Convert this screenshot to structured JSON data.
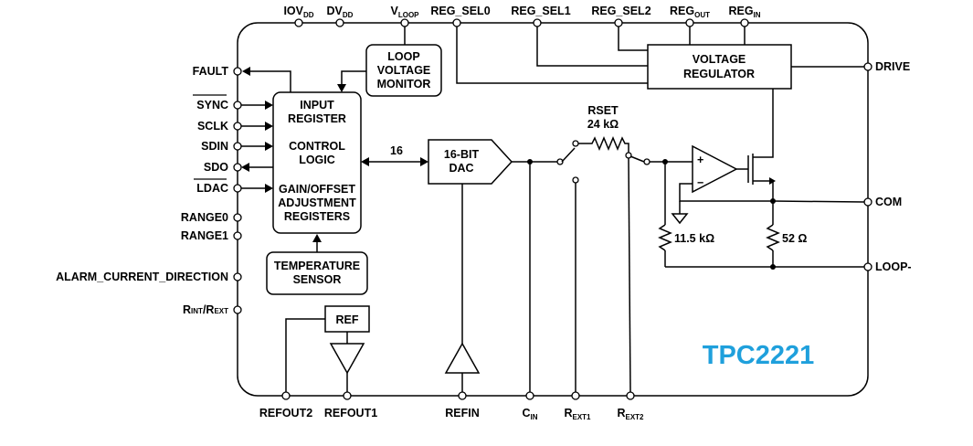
{
  "top_pins": [
    {
      "main": "IOV",
      "sub": "DD"
    },
    {
      "main": "DV",
      "sub": "DD"
    },
    {
      "main": "V",
      "sub": "LOOP"
    },
    {
      "main": "REG_SEL0",
      "sub": ""
    },
    {
      "main": "REG_SEL1",
      "sub": ""
    },
    {
      "main": "REG_SEL2",
      "sub": ""
    },
    {
      "main": "REG",
      "sub": "OUT"
    },
    {
      "main": "REG",
      "sub": "IN"
    }
  ],
  "left_pins": [
    "FAULT",
    "SYNC",
    "SCLK",
    "SDIN",
    "SDO",
    "LDAC",
    "RANGE0",
    "RANGE1",
    "ALARM_CURRENT_DIRECTION"
  ],
  "left_pin_rint": {
    "main1": "R",
    "sub1": "INT",
    "sep": "/R",
    "sub2": "EXT"
  },
  "right_pins": [
    "DRIVE",
    "COM",
    "LOOP-"
  ],
  "bottom_pins": [
    {
      "main": "REFOUT2",
      "sub": ""
    },
    {
      "main": "REFOUT1",
      "sub": ""
    },
    {
      "main": "REFIN",
      "sub": ""
    },
    {
      "main": "C",
      "sub": "IN"
    },
    {
      "main": "R",
      "sub": "EXT1"
    },
    {
      "main": "R",
      "sub": "EXT2"
    }
  ],
  "blocks": {
    "loop_monitor": [
      "LOOP",
      "VOLTAGE",
      "MONITOR"
    ],
    "voltage_regulator": [
      "VOLTAGE",
      "REGULATOR"
    ],
    "input_register": [
      "INPUT",
      "REGISTER"
    ],
    "control_logic": [
      "CONTROL",
      "LOGIC"
    ],
    "gain_offset": [
      "GAIN/OFFSET",
      "ADJUSTMENT",
      "REGISTERS"
    ],
    "temperature_sensor": [
      "TEMPERATURE",
      "SENSOR"
    ],
    "dac": [
      "16-BIT",
      "DAC"
    ],
    "ref": "REF"
  },
  "bus_width": "16",
  "rset": {
    "name": "RSET",
    "value": "24 kΩ"
  },
  "resistor_1": "11.5 kΩ",
  "resistor_2": "52 Ω",
  "opamp_plus": "+",
  "opamp_minus": "−",
  "brand": "TPC2221",
  "colors": {
    "brand": "#1fa0dc",
    "line": "#000000",
    "background": "#ffffff"
  }
}
